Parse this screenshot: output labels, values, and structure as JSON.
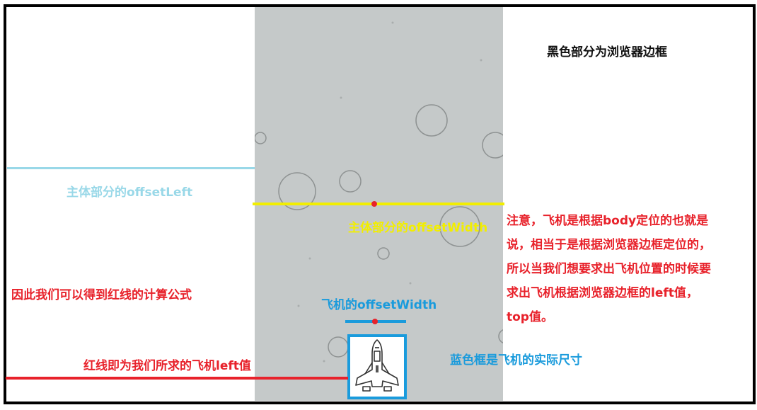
{
  "labels": {
    "browser_border": "黑色部分为浏览器边框",
    "main_offset_left": "主体部分的offsetLeft",
    "main_offset_width": "主体部分的offsetWidth",
    "note": [
      "注意，飞机是根据body定位的也就是",
      "说，相当于是根据浏览器边框定位的，",
      "所以当我们想要求出飞机位置的时候要",
      "求出飞机根据浏览器边框的left值，",
      "top值。"
    ],
    "formula": "因此我们可以得到红线的计算公式",
    "plane_offset_width": "飞机的offsetWidth",
    "red_line_meaning": "红线即为我们所求的飞机left值",
    "blue_box_meaning": "蓝色框是飞机的实际尺寸"
  },
  "colors": {
    "frame": "#000000",
    "game_bg": "#c5c9c9",
    "cyan": "#99d8e8",
    "yellow": "#f2ee00",
    "red": "#e8222b",
    "blue": "#1a9bdc",
    "black_text": "#111111"
  }
}
